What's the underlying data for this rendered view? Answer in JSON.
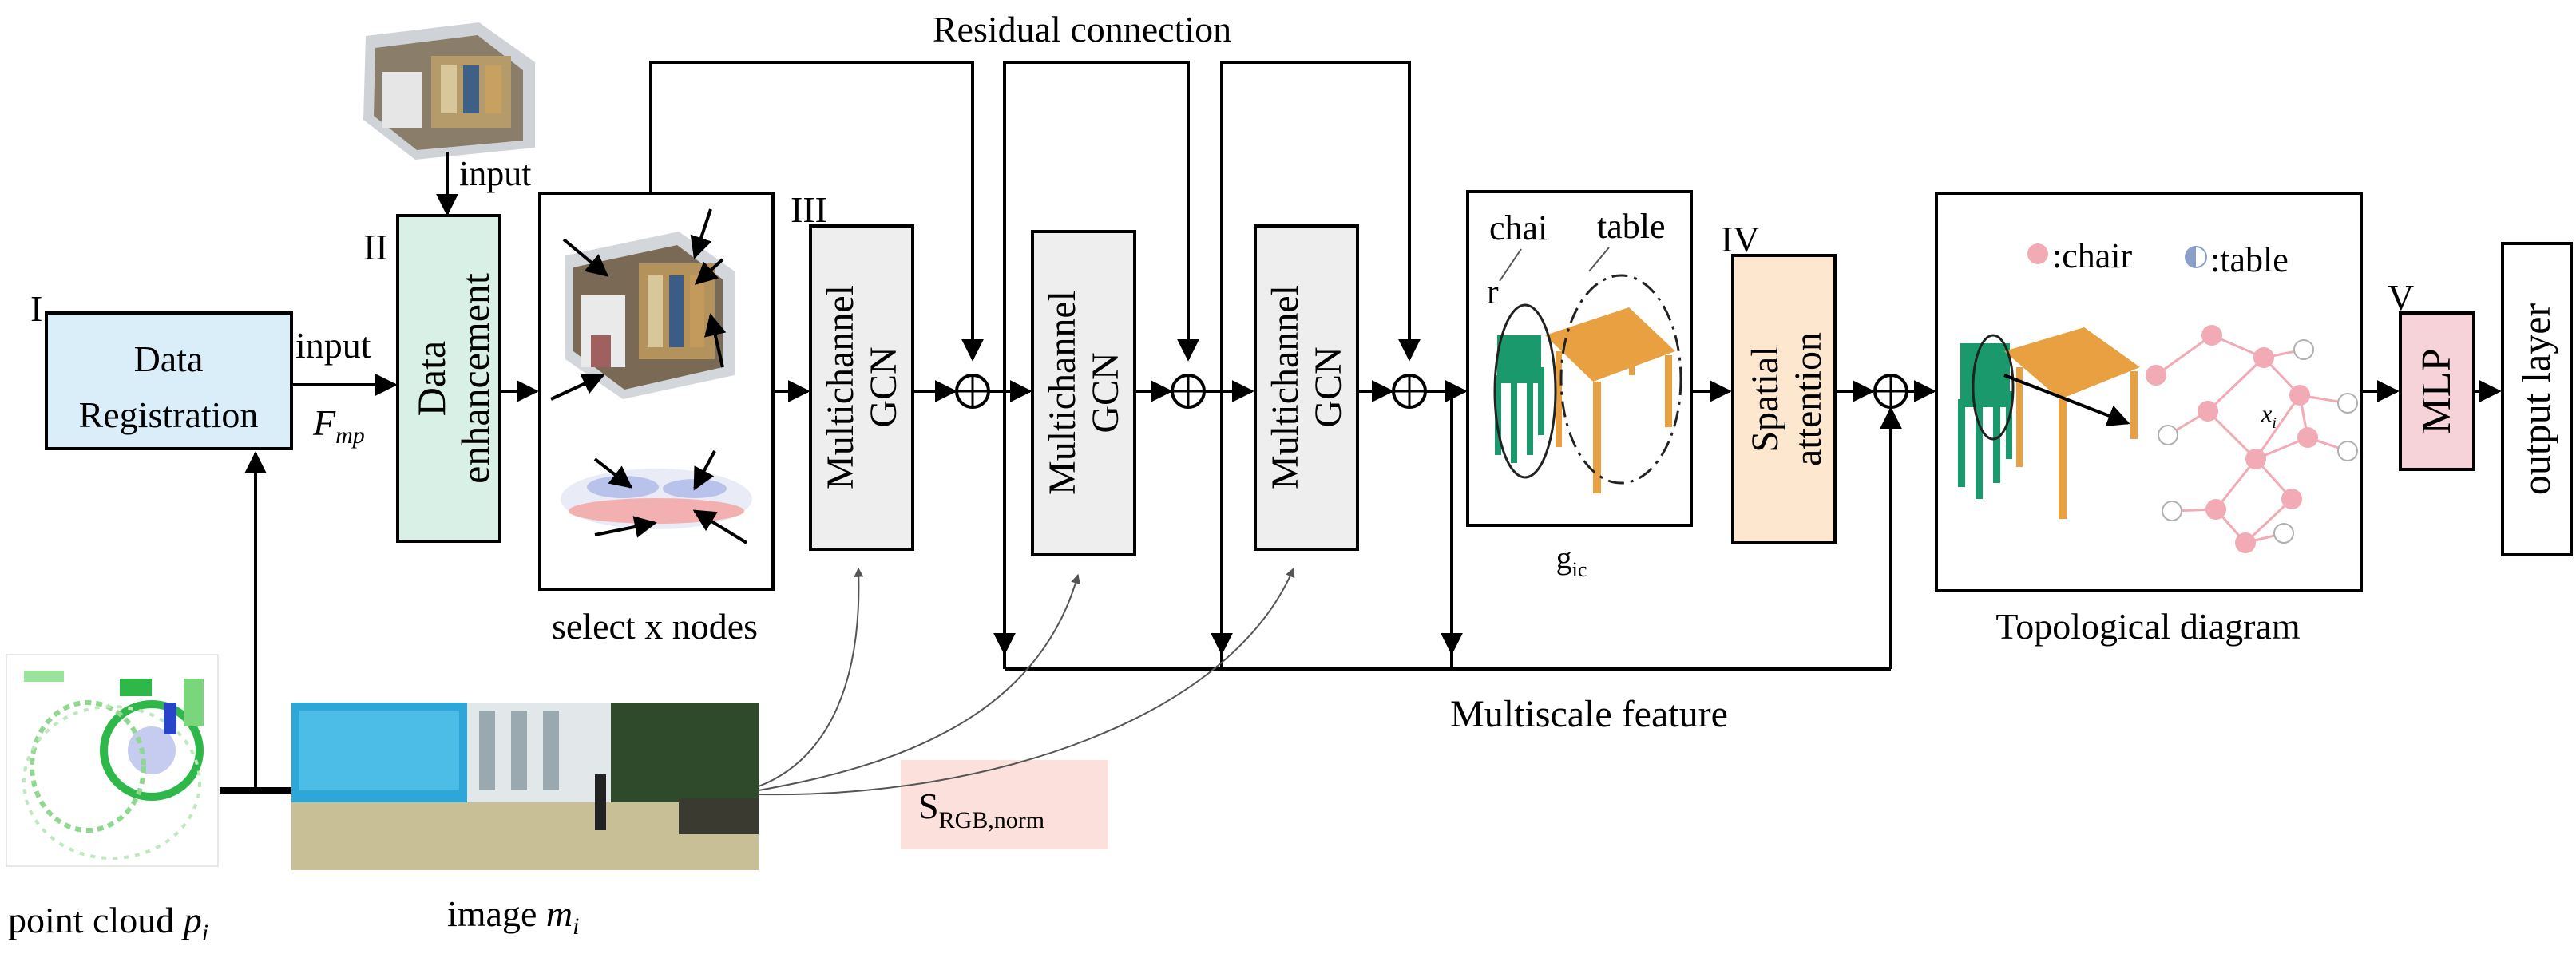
{
  "top": {
    "residual_label": "Residual connection"
  },
  "stage_numbers": {
    "s1": "I",
    "s2": "II",
    "s3": "III",
    "s4": "IV",
    "s5": "V"
  },
  "data_registration": {
    "line1": "Data",
    "line2": "Registration"
  },
  "input_labels": {
    "input_top": "input",
    "input_side": "input",
    "f_main": "F",
    "f_sub": "mp"
  },
  "data_enhancement": {
    "line1": "Data",
    "line2": "enhancement"
  },
  "select_nodes": {
    "caption": "select x nodes"
  },
  "gcn": {
    "line1": "Multichannel",
    "line2": "GCN"
  },
  "gic": {
    "main": "g",
    "sub": "ic",
    "label_chair": "chai",
    "label_table": "table",
    "label_r": "r"
  },
  "spatial_attention": {
    "line1": "Spatial",
    "line2": "attention"
  },
  "topological": {
    "caption": "Topological diagram",
    "legend_chair": ":chair",
    "legend_table": ":table",
    "node_label_main": "x",
    "node_label_sub": "i"
  },
  "mlp": {
    "label": "MLP"
  },
  "output_layer": {
    "label": "output layer"
  },
  "multiscale": {
    "label": "Multiscale feature"
  },
  "srgb": {
    "main": "S",
    "sub": "RGB,norm"
  },
  "point_cloud": {
    "caption_main": "point cloud ",
    "caption_var": "p",
    "caption_sub": "i"
  },
  "image": {
    "caption_main": "image ",
    "caption_var": "m",
    "caption_sub": "i"
  },
  "colors": {
    "data_registration_fill": "#d9eef8",
    "data_enhancement_fill": "#d8f0e6",
    "gcn_fill": "#eeeeee",
    "spatial_fill": "#fde7cf",
    "mlp_fill": "#f6d3d8",
    "srgb_fill": "#fbe0dc",
    "chair_color": "#1a9a6c",
    "table_color": "#e8a040",
    "node_pink": "#f2aab4"
  }
}
